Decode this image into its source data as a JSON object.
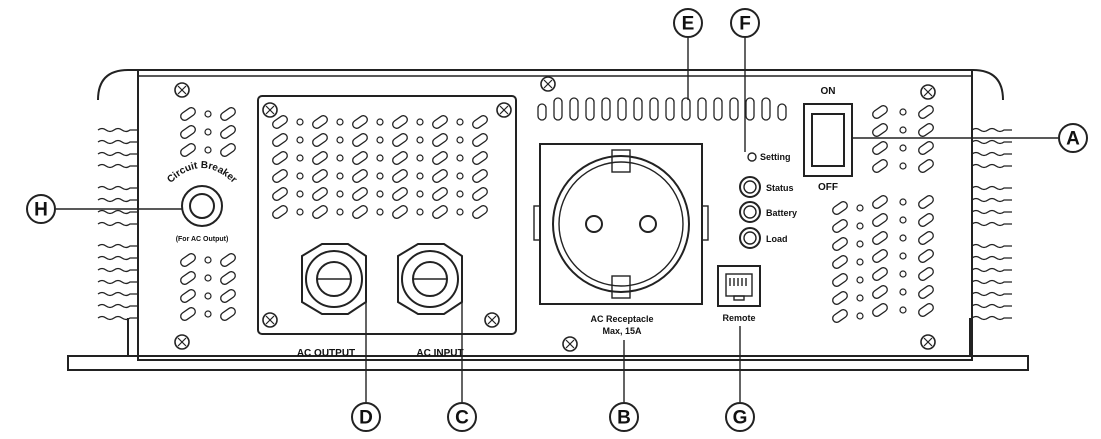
{
  "panel": {
    "switch_on_label": "ON",
    "switch_off_label": "OFF",
    "setting_label": "Setting",
    "status_label": "Status",
    "battery_label": "Battery",
    "load_label": "Load",
    "circuit_breaker_label": "Circuit Breaker",
    "circuit_breaker_sub_label": "(For AC Output)",
    "ac_output_label": "AC OUTPUT",
    "ac_input_label": "AC INPUT",
    "ac_receptacle_label": "AC Receptacle",
    "ac_receptacle_rating": "Max, 15A",
    "remote_label": "Remote"
  },
  "callouts": {
    "a": "A",
    "b": "B",
    "c": "C",
    "d": "D",
    "e": "E",
    "f": "F",
    "g": "G",
    "h": "H"
  },
  "colors": {
    "line": "#222222",
    "background": "#ffffff"
  }
}
